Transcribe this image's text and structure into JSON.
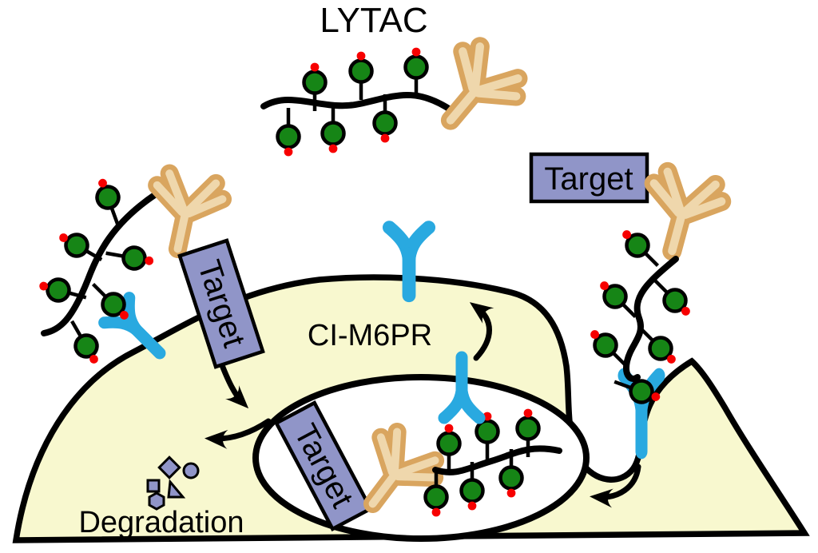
{
  "title": "LYTAC",
  "labels": {
    "target": "Target",
    "receptor": "CI-M6PR",
    "degradation": "Degradation"
  },
  "colors": {
    "outline": "#000000",
    "cell_yellow": "#F8F8CF",
    "green": "#168516",
    "red": "#F70000",
    "blue": "#29A9E0",
    "tan": "#D9A55F",
    "tan_light": "#EFD7AC",
    "box_purple": "#9095C8"
  }
}
